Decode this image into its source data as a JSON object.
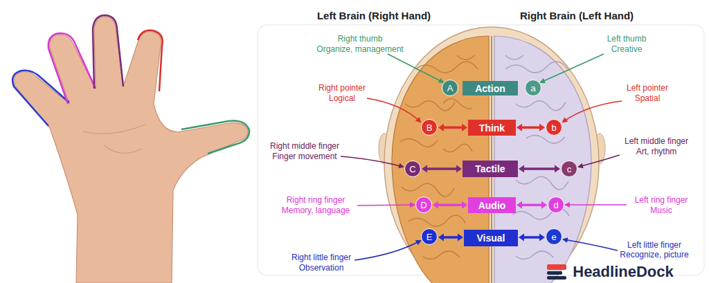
{
  "diagram": {
    "nodes": [
      {
        "text": [
          "A"
        ]
      },
      {
        "text": [
          "Action"
        ]
      },
      {
        "text": [
          "a"
        ]
      },
      {
        "text": [
          "B"
        ]
      },
      {
        "text": [
          "Think"
        ]
      },
      {
        "text": [
          "b"
        ]
      },
      {
        "text": [
          "C"
        ]
      },
      {
        "text": [
          "Tactile"
        ]
      },
      {
        "text": [
          "c"
        ]
      },
      {
        "text": [
          "D"
        ]
      },
      {
        "text": [
          "Audio"
        ]
      },
      {
        "text": [
          "d"
        ]
      },
      {
        "text": [
          "E"
        ]
      },
      {
        "text": [
          "Visual"
        ]
      },
      {
        "text": [
          "e"
        ]
      }
    ],
    "edges": [
      {
        "from": 3,
        "to": 4,
        "arrow": "both"
      },
      {
        "from": 4,
        "to": 5,
        "arrow": "both"
      },
      {
        "from": 6,
        "to": 7,
        "arrow": "both"
      },
      {
        "from": 7,
        "to": 8,
        "arrow": "both"
      },
      {
        "from": 9,
        "to": 10,
        "arrow": "both"
      },
      {
        "from": 10,
        "to": 11,
        "arrow": "both"
      },
      {
        "from": 12,
        "to": 13,
        "arrow": "both"
      },
      {
        "from": 13,
        "to": 14,
        "arrow": "both"
      }
    ],
    "labels": [
      "Left Brain (Right Hand)",
      "Right Brain (Left Hand)",
      "Right thumb",
      "Organize, management",
      "Left thumb",
      "Creative",
      "Right pointer",
      "Logical",
      "Left pointer",
      "Spatial",
      "Right middle finger",
      "Finger movement",
      "Left middle finger",
      "Art, rhythm",
      "Right ring finger",
      "Memory, language",
      "Left ring finger",
      "Music",
      "Right little finger",
      "Observation",
      "Left little finger",
      "Recognize, picture",
      "HeadlineDock"
    ]
  }
}
